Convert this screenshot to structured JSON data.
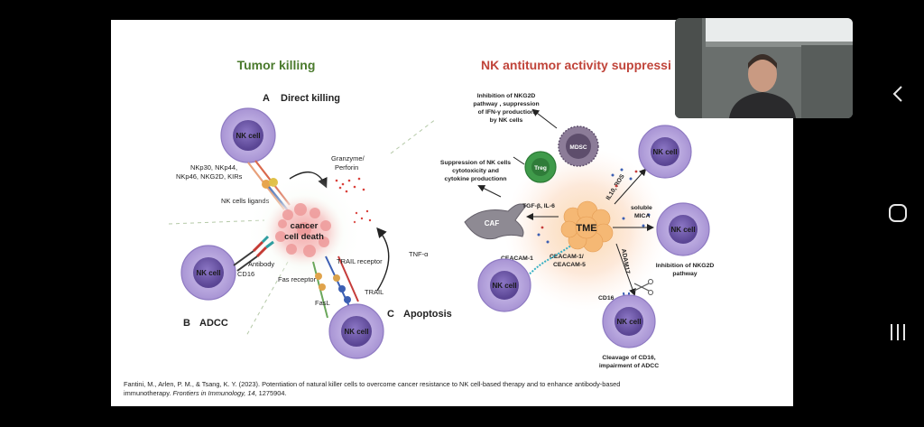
{
  "left_panel": {
    "title": "Tumor killing",
    "section_a_letter": "A",
    "section_a_title": "Direct killing",
    "section_b_letter": "B",
    "section_b_title": "ADCC",
    "section_c_letter": "C",
    "section_c_title": "Apoptosis",
    "nk_cell": "NK cell",
    "receptors_line1": "NKp30, NKp44,",
    "receptors_line2": "NKp46, NKG2D, KIRs",
    "ligands": "NK cells ligands",
    "granzyme_line1": "Granzyme/",
    "granzyme_line2": "Perforin",
    "cancer_line1": "cancer",
    "cancer_line2": "cell death",
    "antibody": "Antibody",
    "cd16": "CD16",
    "fas_receptor": "Fas receptor",
    "trail_receptor": "TRAIL receptor",
    "tnf": "TNF-α",
    "fasl": "FasL",
    "trail": "TRAIL"
  },
  "right_panel": {
    "title": "NK antitumor activity suppressi",
    "inhibition_text": [
      "Inhibition of NKG2D",
      "pathway , suppression",
      "of IFN-γ production",
      "by NK cells"
    ],
    "mdsc": "MDSC",
    "treg": "Treg",
    "suppression_text": [
      "Suppression of NK cells",
      "cytotoxicity and",
      "cytokine productionn"
    ],
    "caf": "CAF",
    "tgf": "TGF-β, IL-6",
    "il10": "IL10, ROS",
    "tme": "TME",
    "soluble_mica_line1": "soluble",
    "soluble_mica_line2": "MICA",
    "nk_cell": "NK cell",
    "ceacam1": "CEACAM-1",
    "ceacam15_line1": "CEACAM-1/",
    "ceacam15_line2": "CEACAM-5",
    "adam17": "ADAM17",
    "inhibition_nkg2d_line1": "Inhibition of NKG2D",
    "inhibition_nkg2d_line2": "pathway",
    "cd16": "CD16",
    "cleavage_line1": "Cleavage of CD16,",
    "cleavage_line2": "impairment of ADCC"
  },
  "citation": {
    "text": "Fantini, M., Arlen, P. M., & Tsang, K. Y. (2023). Potentiation of natural killer cells to overcome cancer resistance to NK cell-based therapy and to enhance antibody-based immunotherapy.",
    "journal": "Frontiers in Immunology, 14",
    "rest": ", 1275904."
  },
  "colors": {
    "left_title": "#4a7a2c",
    "right_title": "#c0443a",
    "nk_cell_fill": "#b7a6dc",
    "nk_cell_nucleus": "#6b55a8",
    "tme_glow": "#f7c9a0",
    "treg": "#3f9a4a",
    "mdsc": "#7a6a86"
  },
  "nav": {
    "back_icon": "back-chevron-icon",
    "home_icon": "home-circle-icon",
    "recents_icon": "recents-bars-icon"
  }
}
